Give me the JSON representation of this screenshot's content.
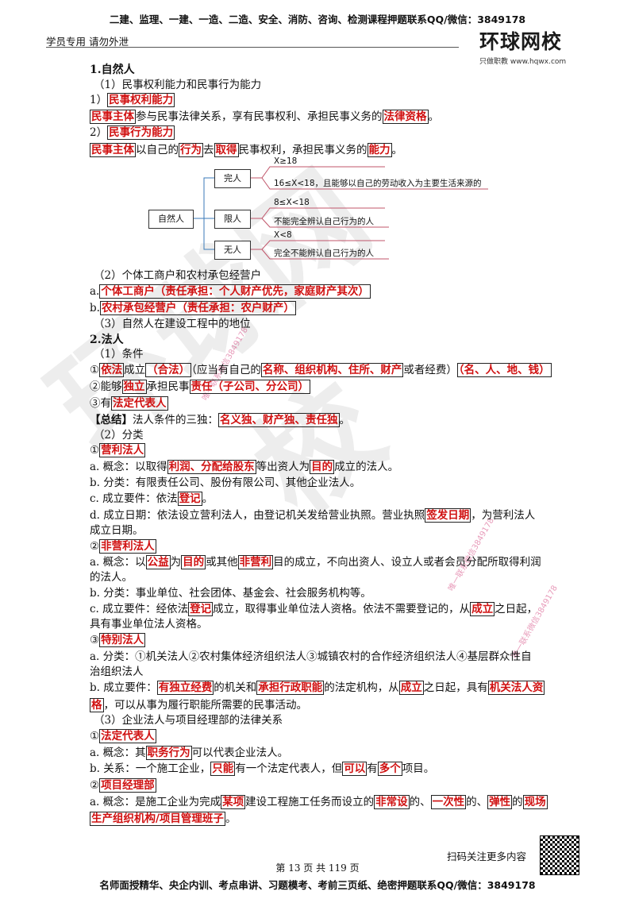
{
  "header": {
    "top_text": "二建、监理、一建、一造、二造、安全、消防、咨询、检测课程押题联系QQ/微信：3849178",
    "left_text": "学员专用 请勿外泄",
    "logo_main": "环球网校",
    "logo_sub": "只做职教  www.hqwx.com"
  },
  "watermark": {
    "text": "环球网校",
    "side1": "唯一联系微信3849178",
    "side2": "唯一联系微信3849178",
    "side3": "唯一联系微信3849178"
  },
  "content": {
    "s1_title": "1.自然人",
    "s1_sub1": "（1）民事权利能力和民事行为能力",
    "s1_p1_num": "1）",
    "s1_p1_key": "民事权利能力",
    "s1_l1_a": "民事主体",
    "s1_l1_b": "参与民事法律关系，享有民事权利、承担民事义务的",
    "s1_l1_c": "法律资格",
    "s1_l1_d": "。",
    "s1_p2_num": "2）",
    "s1_p2_key": "民事行为能力",
    "s1_l2_a": "民事主体",
    "s1_l2_b": "以自己的",
    "s1_l2_c": "行为",
    "s1_l2_d": "去",
    "s1_l2_e": "取得",
    "s1_l2_f": "民事权利，承担民事义务的",
    "s1_l2_g": "能力",
    "s1_l2_h": "。",
    "diagram": {
      "root": "自然人",
      "n1": "完人",
      "n1_a": "X≥18",
      "n1_b": "16≤X<18，且能够以自己的劳动收入为主要生活来源的",
      "n2": "限人",
      "n2_a": "8≤X<18",
      "n2_b": "不能完全辨认自己行为的人",
      "n3": "无人",
      "n3_a": "X<8",
      "n3_b": "完全不能辨认自己行为的人"
    },
    "s1_sub2": "（2）个体工商户和农村承包经营户",
    "s1_a_pre": "a.",
    "s1_a_key": "个体工商户（责任承担：个人财产优先，家庭财产其次）",
    "s1_b_pre": "b.",
    "s1_b_key": "农村承包经营户（责任承担：农户财产）",
    "s1_sub3": "（3）自然人在建设工程中的地位",
    "s2_title": "2.法人",
    "s2_sub1": "（1）条件",
    "c1_a": "①",
    "c1_b": "依法",
    "c1_c": "成立",
    "c1_d": "（合法）",
    "c1_e": "（应当有自己的",
    "c1_f": "名称、组织机构、住所、财产",
    "c1_g": "或者经费）",
    "c1_h": "（名、人、地、钱）",
    "c2_a": "②能够",
    "c2_b": "独立",
    "c2_c": "承担民事",
    "c2_d": "责任（子公司、分公司）",
    "c3_a": "③有",
    "c3_b": "法定代表人",
    "sum_a": "【总结】",
    "sum_b": "法人条件的三独：",
    "sum_c": "名义独、财产独、责任独",
    "sum_d": "。",
    "s2_sub2": "（2）分类",
    "y1_a": "①",
    "y1_b": "营利法人",
    "y1_l1_a": "a. 概念：以取得",
    "y1_l1_b": "利润、分配给股东",
    "y1_l1_c": "等出资人为",
    "y1_l1_d": "目的",
    "y1_l1_e": "成立的法人。",
    "y1_l2": "b. 分类：有限责任公司、股份有限公司、其他企业法人。",
    "y1_l3_a": "c. 成立要件：依法",
    "y1_l3_b": "登记",
    "y1_l3_c": "。",
    "y1_l4_a": "d. 成立日期：依法设立营利法人，由登记机关发给营业执照。营业执照",
    "y1_l4_b": "签发日期",
    "y1_l4_c": "，为营利法人",
    "y1_l5": "成立日期。",
    "y2_a": "②",
    "y2_b": "非营利法人",
    "y2_l1_a": "a. 概念：以",
    "y2_l1_b": "公益",
    "y2_l1_c": "为",
    "y2_l1_d": "目的",
    "y2_l1_e": "或其他",
    "y2_l1_f": "非营利",
    "y2_l1_g": "目的成立，不向出资人、设立人或者会员分配所取得利润",
    "y2_l2": "的法人。",
    "y2_l3": "b. 分类：事业单位、社会团体、基金会、社会服务机构等。",
    "y2_l4_a": "c. 成立要件：经依法",
    "y2_l4_b": "登记",
    "y2_l4_c": "成立，取得事业单位法人资格。依法不需要登记的，从",
    "y2_l4_d": "成立",
    "y2_l4_e": "之日起，",
    "y2_l5": "具有事业单位法人资格。",
    "y3_a": "③",
    "y3_b": "特别法人",
    "y3_l1": "a. 分类：①机关法人②农村集体经济组织法人③城镇农村的合作经济组织法人④基层群众性自",
    "y3_l2": "治组织法人",
    "y3_l3_a": "b. 成立要件：",
    "y3_l3_b": "有独立经费",
    "y3_l3_c": "的机关和",
    "y3_l3_d": "承担行政职能",
    "y3_l3_e": "的法定机构，从",
    "y3_l3_f": "成立",
    "y3_l3_g": "之日起，具有",
    "y3_l3_h": "机关法人资",
    "y3_l4_a": "格",
    "y3_l4_b": "，可以从事为履行职能所需要的民事活动。",
    "s2_sub3": "（3）企业法人与项目经理部的法律关系",
    "z1_a": "①",
    "z1_b": "法定代表人",
    "z1_l1_a": "a. 概念：其",
    "z1_l1_b": "职务行为",
    "z1_l1_c": "可以代表企业法人。",
    "z1_l2_a": "b. 关系：一个施工企业，",
    "z1_l2_b": "只能",
    "z1_l2_c": "有一个法定代表人，但",
    "z1_l2_d": "可以",
    "z1_l2_e": "有",
    "z1_l2_f": "多个",
    "z1_l2_g": "项目。",
    "z2_a": "②",
    "z2_b": "项目经理部",
    "z2_l1_a": "a. 概念：是施工企业为完成",
    "z2_l1_b": "某项",
    "z2_l1_c": "建设工程施工任务而设立的",
    "z2_l1_d": "非常设",
    "z2_l1_e": "的、",
    "z2_l1_f": "一次性",
    "z2_l1_g": "的、",
    "z2_l1_h": "弹性",
    "z2_l1_i": "的",
    "z2_l1_j": "现场",
    "z2_l2_a": "生产组织机构/项目管理班子",
    "z2_l2_b": "。"
  },
  "footer": {
    "scan_note": "扫码关注更多内容",
    "page_no": "第 13 页 共 119 页",
    "bottom_text": "名师面授精华、央企内训、考点串讲、习题模考、考前三页纸、绝密押题联系QQ/微信：3849178"
  }
}
